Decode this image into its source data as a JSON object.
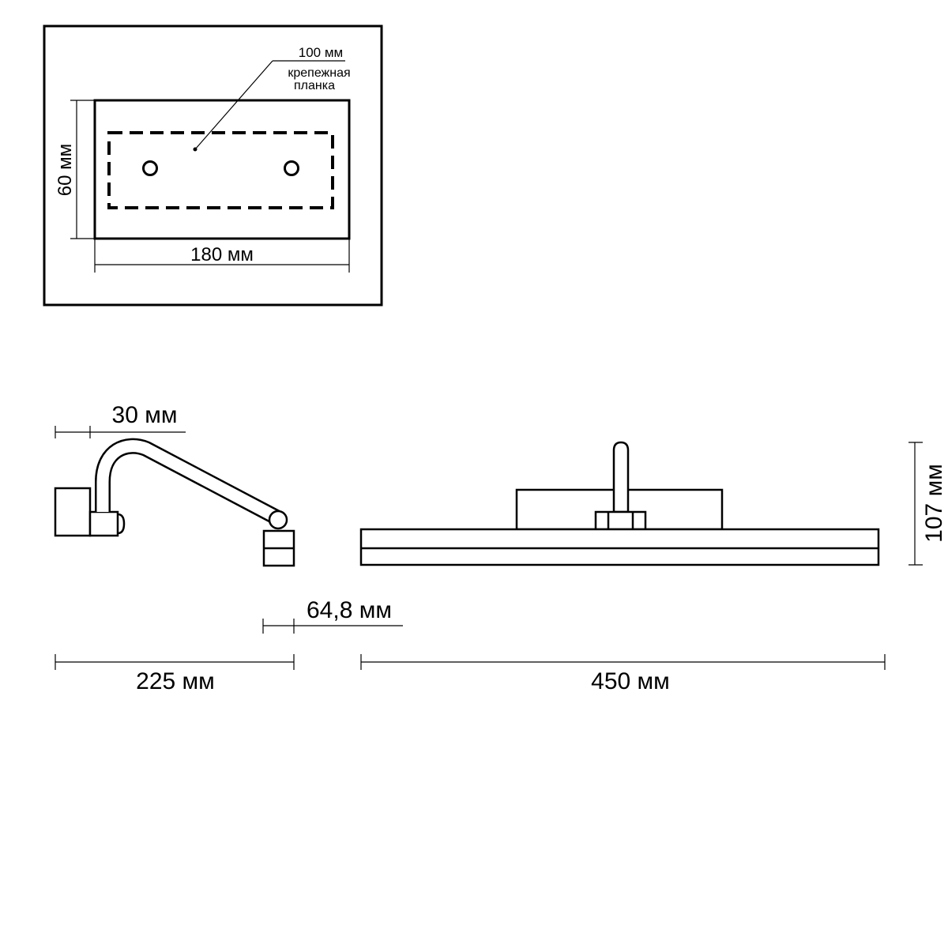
{
  "mounting_plate": {
    "width_label": "180 мм",
    "height_label": "60 мм",
    "bracket_size_label": "100 мм",
    "bracket_name_line1": "крепежная",
    "bracket_name_line2": "планка"
  },
  "side_view": {
    "offset_label": "30 мм",
    "head_label": "64,8 мм",
    "depth_label": "225 мм"
  },
  "front_view": {
    "height_label": "107 мм",
    "length_label": "450 мм"
  },
  "colors": {
    "line": "#000000",
    "background": "#ffffff"
  }
}
